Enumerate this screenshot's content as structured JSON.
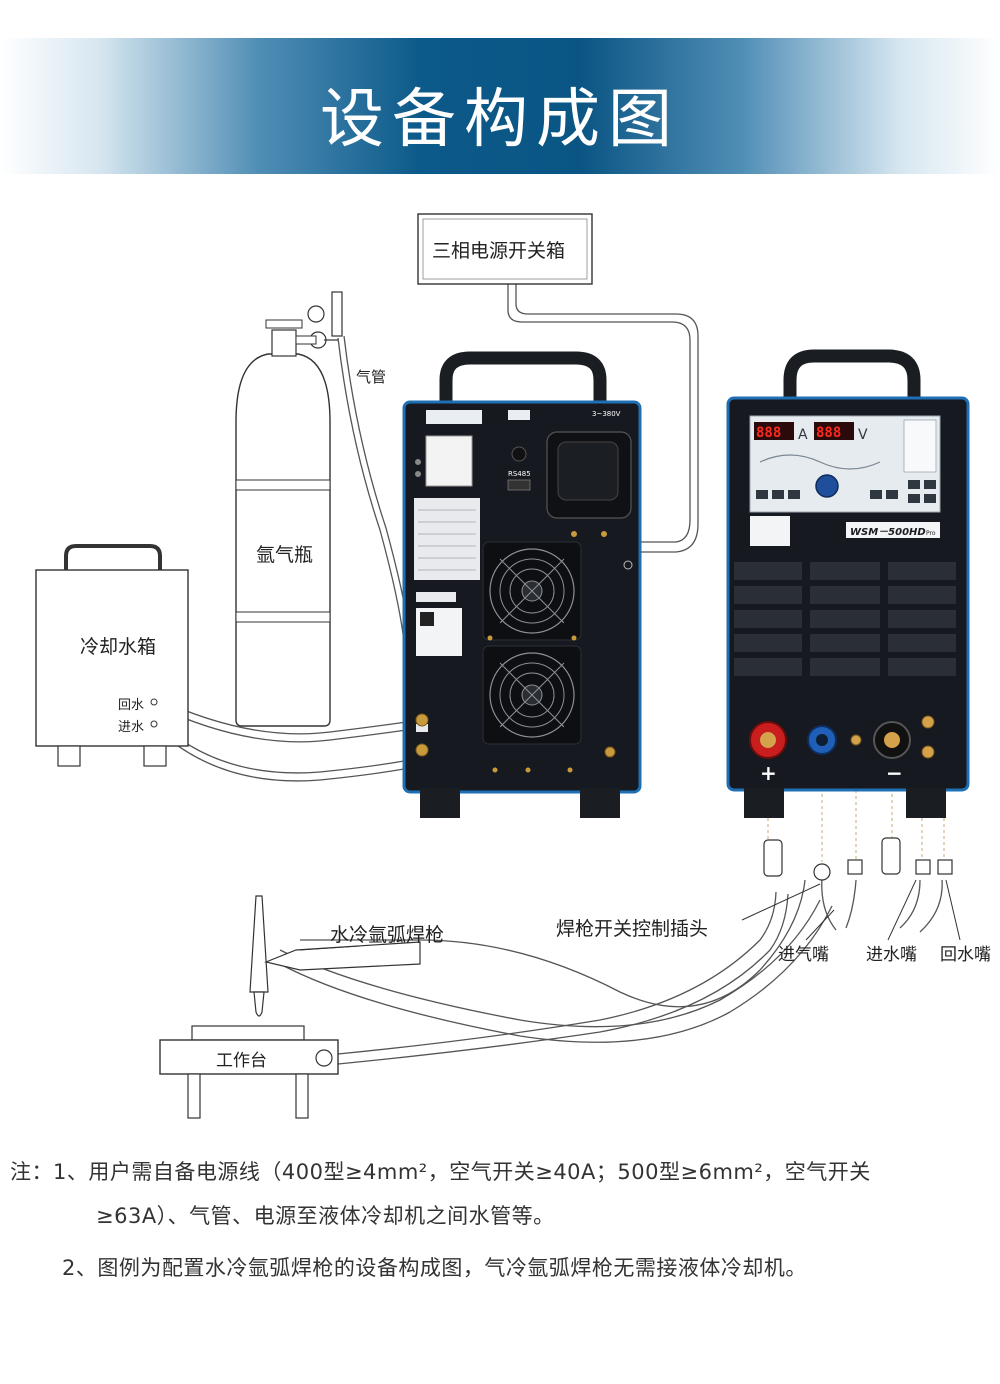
{
  "header": {
    "title": "设备构成图"
  },
  "labels": {
    "power_box": "三相电源开关箱",
    "gas_pipe": "气管",
    "argon_cylinder": "氩气瓶",
    "cooling_tank": "冷却水箱",
    "water_return": "回水",
    "water_inlet": "进水",
    "torch": "水冷氩弧焊枪",
    "torch_switch_plug": "焊枪开关控制插头",
    "gas_nozzle": "进气嘴",
    "water_in_nozzle": "进水嘴",
    "water_return_nozzle": "回水嘴",
    "workbench": "工作台"
  },
  "machine_back": {
    "voltage": "3~380V",
    "port": "RS485"
  },
  "machine_front": {
    "display_a": "888",
    "display_a_unit": "A",
    "display_v": "888",
    "display_v_unit": "V",
    "model": "WSM－500HD",
    "model_suffix": "Pro",
    "plus_sign": "+",
    "minus_sign": "−"
  },
  "notes": {
    "line1": "注：1、用户需自备电源线（400型≥4mm²，空气开关≥40A；500型≥6mm²，空气开关",
    "line2": "≥63A）、气管、电源至液体冷却机之间水管等。",
    "line3": "2、图例为配置水冷氩弧焊枪的设备构成图，气冷氩弧焊枪无需接液体冷却机。"
  },
  "colors": {
    "banner_dark": "#0a5584",
    "machine_body": "#16191f",
    "machine_edge": "#1f6fb5",
    "display_red": "#ff2a1e",
    "panel_face": "#e6ebf0"
  }
}
